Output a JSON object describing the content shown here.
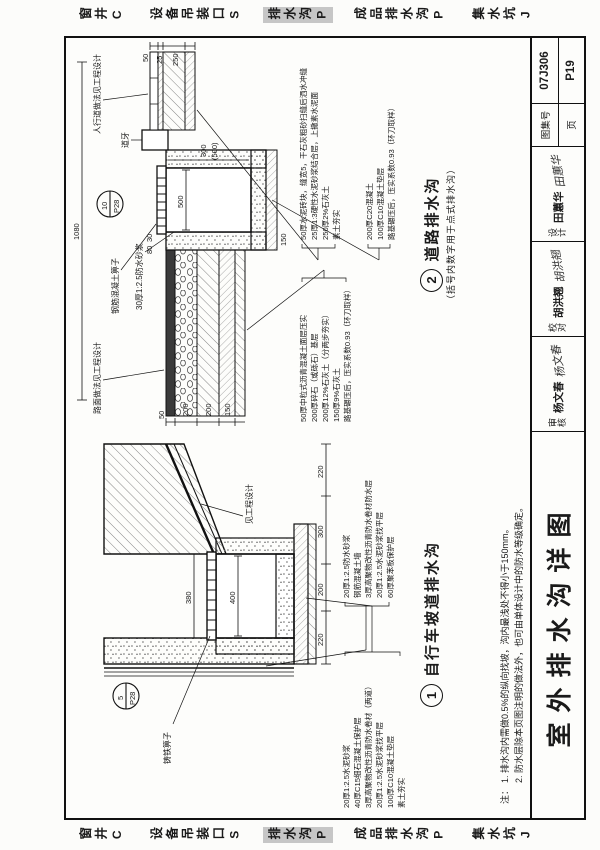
{
  "colors": {
    "paper": "#fcfcfa",
    "line": "#1a1a1a",
    "tab_active_bg": "#c6c6c6"
  },
  "tabs": [
    {
      "label": "窗井",
      "code": "C",
      "active": false
    },
    {
      "label": "设备吊装口",
      "code": "S",
      "active": false
    },
    {
      "label": "排水沟",
      "code": "P",
      "active": true
    },
    {
      "label": "成品排水沟",
      "code": "P",
      "active": false
    },
    {
      "label": "集水坑",
      "code": "J",
      "active": false
    }
  ],
  "title_block": {
    "title": "室外排水沟详图",
    "fields": [
      {
        "label": "审核",
        "name": "杨文春",
        "sig": "杨文春"
      },
      {
        "label": "校对",
        "name": "胡洪翘",
        "sig": "胡洪翘"
      },
      {
        "label": "设计",
        "name": "田蕙华",
        "sig": "田蕙华"
      }
    ],
    "atlas_label": "图集号",
    "atlas_no": "07J306",
    "page_label": "页",
    "page_no": "P19"
  },
  "notes": {
    "prefix": "注：",
    "items": [
      "1. 排水沟内需做0.5%的纵向找坡，沟内最浅处不得小于150mm。",
      "2. 防水层除本页图注明的做法外，也可由单体设计中的防水等级确定。"
    ]
  },
  "drawing1": {
    "number": "1",
    "caption": "自行车坡道排水沟",
    "ref_num": "5",
    "ref_page": "P28",
    "labels": {
      "grate": "铸铁箅子",
      "design_note": "见工程设计",
      "subgrade": "素土夯实"
    },
    "wall_layers": [
      "20厚1:2.5防水砂浆",
      "钢筋混凝土墙",
      "3厚高聚物改性沥青防水卷材防水层",
      "20厚1:2.5水泥砂浆找平层",
      "60厚聚苯板保护层"
    ],
    "floor_layers": [
      "20厚1:2.5水泥砂浆",
      "40厚C15细石混凝土保护层",
      "3厚高聚物改性沥青防水卷材（两道）",
      "20厚1:2.5水泥砂浆找平层",
      "100厚C10混凝土垫层",
      "素土夯实"
    ],
    "dims": {
      "opening": "380",
      "width": "400",
      "chain": [
        "220",
        "200",
        "300",
        "220"
      ]
    }
  },
  "drawing2": {
    "number": "2",
    "caption": "道路排水沟",
    "caption_sub": "（括号内数字用于点式排水沟）",
    "ref_num": "10",
    "ref_page": "P28",
    "labels": {
      "road_note": "路面做法见工程设计",
      "grate": "钢筋混凝土箅子",
      "curb": "道牙",
      "sidewalk_note": "人行道做法见工程设计",
      "waterproof": "30厚1:2.5防水砂浆"
    },
    "sidewalk_layers": [
      "50厚水泥砖块，缝宽5，干石灰粗砂扫缝后洒水冲缝",
      "25厚1:3硬性水泥砂浆结合层，上撒素水泥面",
      "250厚2%石灰土",
      "素土夯实"
    ],
    "road_layers": [
      "50厚中粒式沥青混凝土面层压实",
      "200厚碎石（或砾石）基层",
      "200厚12%石灰土（分两步夯实）",
      "150厚9%石灰土",
      "路基碾压后，压实系数0.93（环刀取样）"
    ],
    "channel_layers": [
      "200厚C20混凝土",
      "100厚C10混凝土垫层",
      "路基碾压后，压实系数0.93（环刀取样）"
    ],
    "dims": {
      "overall": "1080",
      "width": "500",
      "depth": "300",
      "depth_alt": "(500)",
      "wall_a": "80",
      "wall_b": "30",
      "base": "150",
      "road_chain": [
        "50",
        "200",
        "200",
        "150"
      ],
      "sidewalk_chain": [
        "50",
        "25",
        "250"
      ]
    }
  }
}
